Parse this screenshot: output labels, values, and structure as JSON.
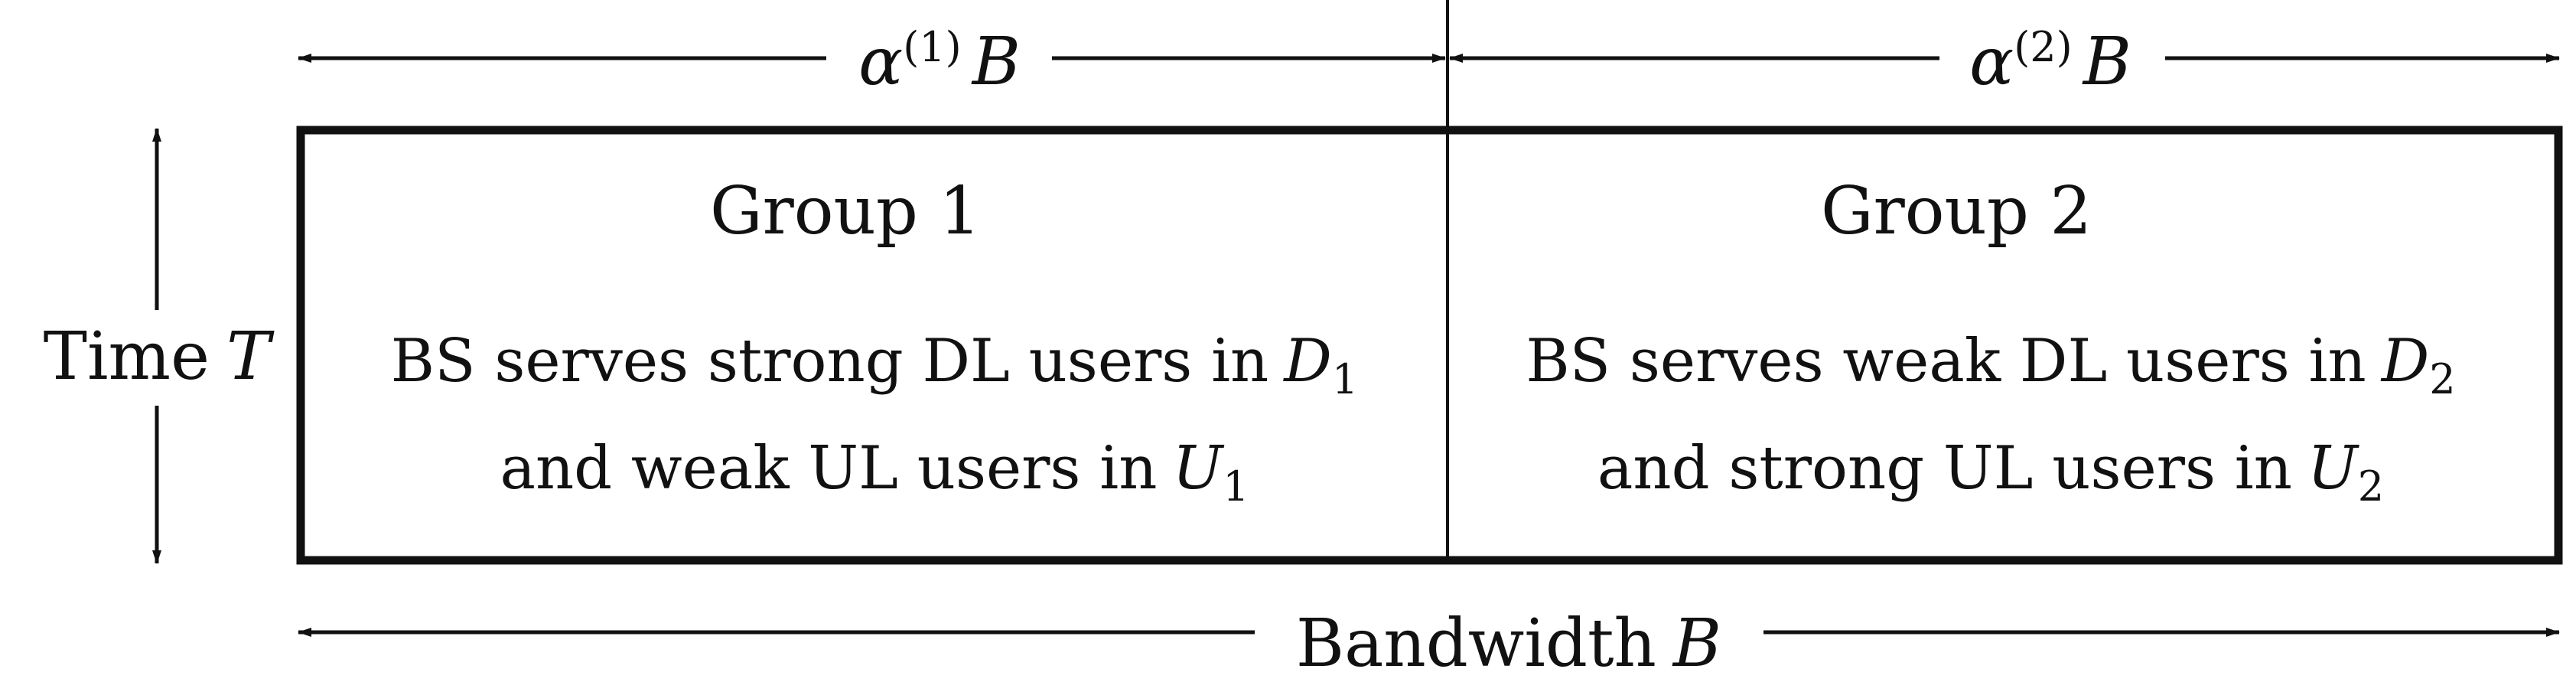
{
  "diagram": {
    "top_left_label": {
      "symbol": "α",
      "superscript": "(1)",
      "variable": "B"
    },
    "top_right_label": {
      "symbol": "α",
      "superscript": "(2)",
      "variable": "B"
    },
    "time_label": {
      "word": "Time",
      "variable": "T"
    },
    "bandwidth_label": {
      "word": "Bandwidth",
      "variable": "B"
    },
    "group1": {
      "title": "Group 1",
      "line1_text": "BS serves strong DL users in",
      "line1_set": "D",
      "line1_sub": "1",
      "line2_text": "and weak UL users in",
      "line2_set": "U",
      "line2_sub": "1"
    },
    "group2": {
      "title": "Group 2",
      "line1_text": "BS serves weak DL users in",
      "line1_set": "D",
      "line1_sub": "2",
      "line2_text": "and strong UL users in",
      "line2_set": "U",
      "line2_sub": "2"
    }
  }
}
